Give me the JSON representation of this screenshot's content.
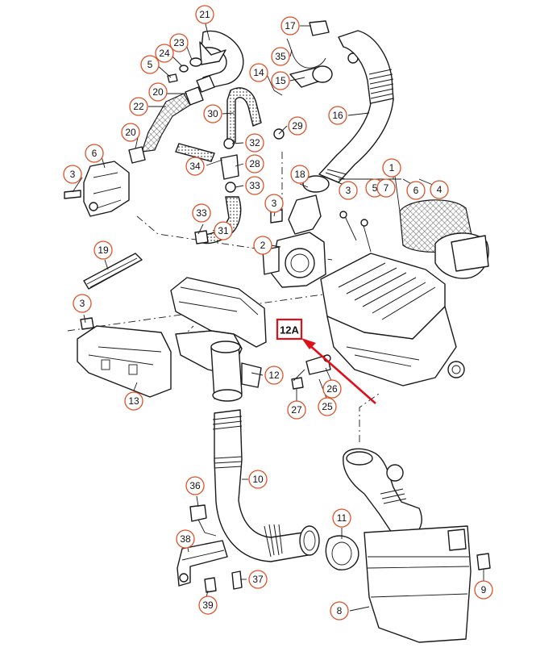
{
  "diagram": {
    "callouts": [
      {
        "id": "c21",
        "label": "21"
      },
      {
        "id": "c23",
        "label": "23"
      },
      {
        "id": "c24",
        "label": "24"
      },
      {
        "id": "c5a",
        "label": "5"
      },
      {
        "id": "c20a",
        "label": "20"
      },
      {
        "id": "c22",
        "label": "22"
      },
      {
        "id": "c20b",
        "label": "20"
      },
      {
        "id": "c6a",
        "label": "6"
      },
      {
        "id": "c3a",
        "label": "3"
      },
      {
        "id": "c17",
        "label": "17"
      },
      {
        "id": "c35",
        "label": "35"
      },
      {
        "id": "c14",
        "label": "14"
      },
      {
        "id": "c15",
        "label": "15"
      },
      {
        "id": "c16",
        "label": "16"
      },
      {
        "id": "c30",
        "label": "30"
      },
      {
        "id": "c29",
        "label": "29"
      },
      {
        "id": "c32",
        "label": "32"
      },
      {
        "id": "c34",
        "label": "34"
      },
      {
        "id": "c28",
        "label": "28"
      },
      {
        "id": "c33a",
        "label": "33"
      },
      {
        "id": "c18",
        "label": "18"
      },
      {
        "id": "c1",
        "label": "1"
      },
      {
        "id": "c3b",
        "label": "3"
      },
      {
        "id": "c5b",
        "label": "5"
      },
      {
        "id": "c7",
        "label": "7"
      },
      {
        "id": "c6b",
        "label": "6"
      },
      {
        "id": "c4",
        "label": "4"
      },
      {
        "id": "c3c",
        "label": "3"
      },
      {
        "id": "c33b",
        "label": "33"
      },
      {
        "id": "c31",
        "label": "31"
      },
      {
        "id": "c2",
        "label": "2"
      },
      {
        "id": "c19",
        "label": "19"
      },
      {
        "id": "c3d",
        "label": "3"
      },
      {
        "id": "c13",
        "label": "13"
      },
      {
        "id": "c12",
        "label": "12"
      },
      {
        "id": "c26",
        "label": "26"
      },
      {
        "id": "c27",
        "label": "27"
      },
      {
        "id": "c25",
        "label": "25"
      },
      {
        "id": "c10",
        "label": "10"
      },
      {
        "id": "c36",
        "label": "36"
      },
      {
        "id": "c11",
        "label": "11"
      },
      {
        "id": "c38",
        "label": "38"
      },
      {
        "id": "c37",
        "label": "37"
      },
      {
        "id": "c39",
        "label": "39"
      },
      {
        "id": "c9",
        "label": "9"
      },
      {
        "id": "c8",
        "label": "8"
      }
    ],
    "highlight": {
      "label": "12A"
    },
    "colors": {
      "callout_ring": "#d9532a",
      "highlight_box": "#e0101a",
      "arrow": "#e0101a",
      "line_art": "#1a1a1a",
      "background": "#ffffff"
    }
  }
}
